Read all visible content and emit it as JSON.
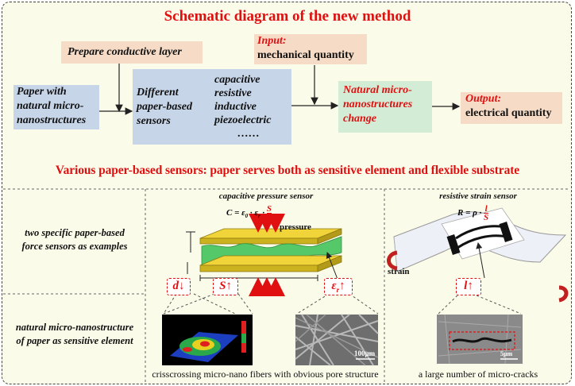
{
  "title": "Schematic diagram of the new method",
  "prepare": "Prepare conductive layer",
  "input": {
    "label": "Input:",
    "value": "mechanical quantity"
  },
  "paper": [
    "Paper with",
    "natural micro-",
    "nanostructures"
  ],
  "sensors_box": [
    "Different",
    "paper-based",
    "sensors"
  ],
  "sensor_types": [
    "capacitive",
    "resistive",
    "inductive",
    "piezoelectric",
    "……"
  ],
  "change": [
    "Natural micro-",
    "nanostructures",
    "change"
  ],
  "output": {
    "label": "Output:",
    "value": "electrical quantity"
  },
  "subtitle": "Various paper-based sensors: paper serves both as sensitive element and flexible substrate",
  "left_labels": {
    "row1": [
      "two specific paper-based",
      "force sensors as examples"
    ],
    "row2": [
      "natural micro-nanostructure",
      "of paper as sensitive element"
    ]
  },
  "capacitive": {
    "title": "capacitive pressure sensor",
    "formula_prefix": "C = ε",
    "formula_mid": " · ε",
    "formula_num": "S",
    "formula_den": "d",
    "pressure": "pressure",
    "d": "d",
    "S": "S",
    "er": "ε",
    "arrow": "↑",
    "down_arrow": "↓",
    "scale": "100μm",
    "caption": "crisscrossing micro-nano fibers with obvious pore structure"
  },
  "resistive": {
    "title": "resistive strain sensor",
    "formula_prefix": "R = ρ ·",
    "formula_num": "l",
    "formula_den": "S",
    "strain": "strain",
    "l": "l",
    "arrow": "↑",
    "scale": "5μm",
    "caption": "a large number of micro-cracks"
  },
  "colors": {
    "accent": "#e01010",
    "blue": "#c6d5e8",
    "peach": "#f6dcc7",
    "green": "#d2ecd6",
    "gold": "#f1d33a",
    "sponge": "#55c86a"
  }
}
